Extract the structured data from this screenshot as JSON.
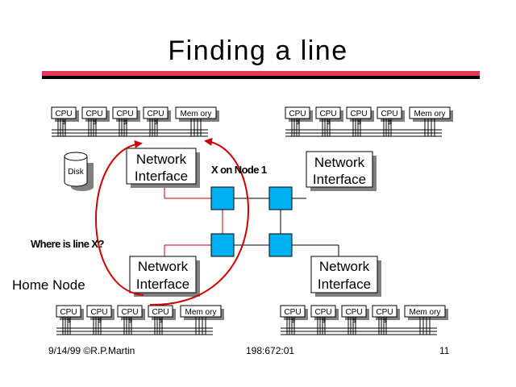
{
  "slide": {
    "title": "Finding a line",
    "footer_left": "9/14/99 ©R.P.Martin",
    "footer_center": "198:672:01",
    "page_number": "11"
  },
  "colors": {
    "title_rule": "#e8355a",
    "title_rule_dark": "#000000",
    "switch_fill": "#00b0f0",
    "arrow": "#cc0000",
    "link_red": "#cc0000",
    "shadow": "#808080"
  },
  "labels": {
    "cpu": "CPU",
    "memory": "Mem ory",
    "disk": "Disk",
    "ni_line1": "Network",
    "ni_line2": "Interface",
    "x_on_node": "X on Node 1",
    "where_is_line": "Where is line X?",
    "home_node": "Home Node"
  }
}
